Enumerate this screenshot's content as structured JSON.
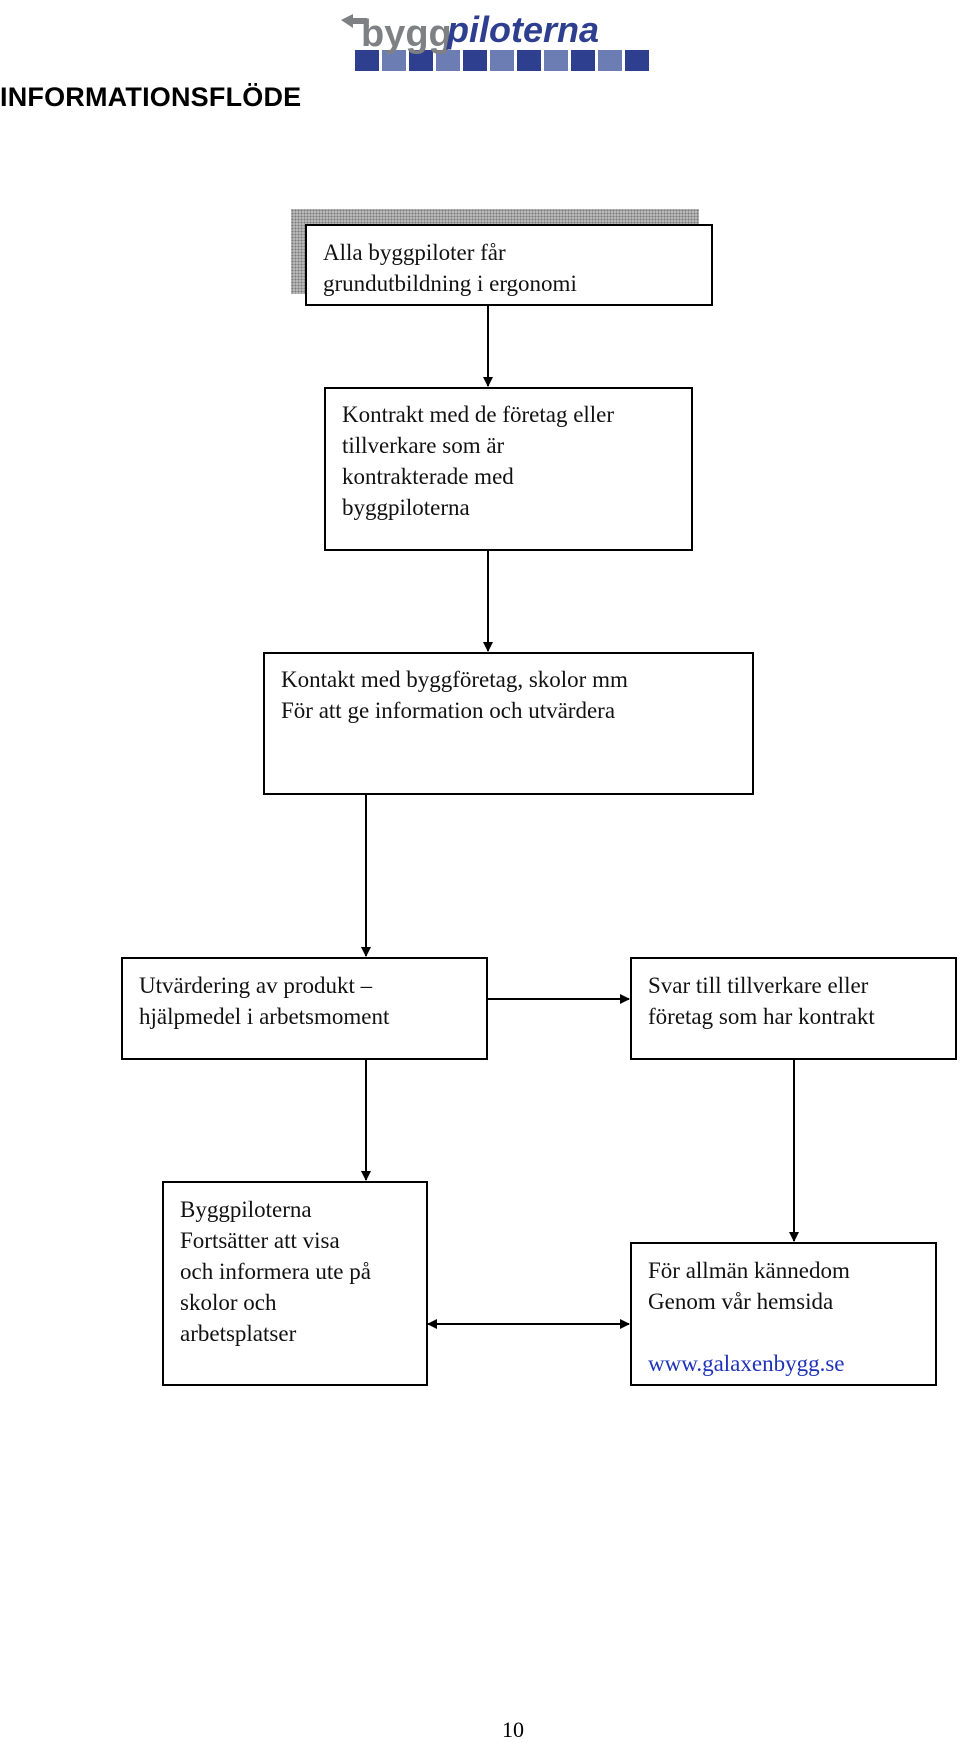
{
  "logo": {
    "text_part1": "bygg",
    "text_part2": "piloterna",
    "colors": {
      "gray": "#7f8083",
      "blue": "#2e3f8f",
      "tile_dark": "#2e3f8f",
      "tile_light": "#6b7db3"
    }
  },
  "heading": "INFORMATIONSFLÖDE",
  "flowchart": {
    "nodes": [
      {
        "id": "grundutbildning",
        "lines": [
          "Alla byggpiloter får",
          "grundutbildning i ergonomi"
        ]
      },
      {
        "id": "kontrakt",
        "lines": [
          "Kontrakt med de företag eller",
          "tillverkare som är",
          "kontrakterade med",
          "byggpiloterna"
        ]
      },
      {
        "id": "kontakt",
        "lines": [
          "Kontakt med byggföretag, skolor mm",
          "För att ge information och utvärdera"
        ]
      },
      {
        "id": "utvardering",
        "lines": [
          "Utvärdering av produkt –",
          "hjälpmedel i arbetsmoment"
        ]
      },
      {
        "id": "svar",
        "lines": [
          "Svar till tillverkare eller",
          "företag som har kontrakt"
        ]
      },
      {
        "id": "fortsatter",
        "lines": [
          "Byggpiloterna",
          "Fortsätter att visa",
          "och informera ute på",
          "skolor och",
          "arbetsplatser"
        ]
      },
      {
        "id": "allman",
        "lines": [
          "För allmän kännedom",
          "Genom vår hemsida"
        ],
        "link": "www.galaxenbygg.se"
      }
    ],
    "edges": [
      {
        "from": "grundutbildning",
        "to": "kontrakt"
      },
      {
        "from": "kontrakt",
        "to": "kontakt"
      },
      {
        "from": "kontakt",
        "to": "utvardering"
      },
      {
        "from": "utvardering",
        "to": "svar"
      },
      {
        "from": "utvardering",
        "to": "fortsatter"
      },
      {
        "from": "svar",
        "to": "allman"
      },
      {
        "from": "fortsatter",
        "to": "allman",
        "bidirectional": true
      }
    ]
  },
  "page_number": "10"
}
